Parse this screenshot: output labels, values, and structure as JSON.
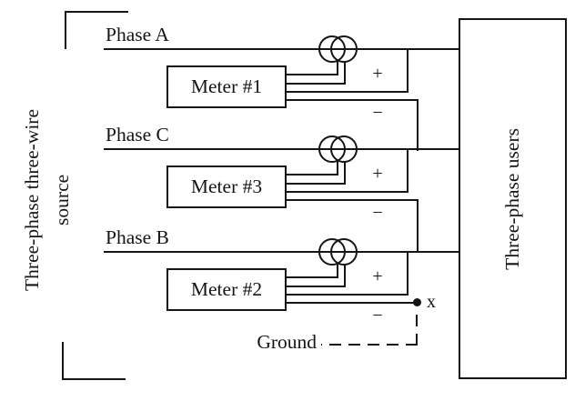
{
  "colors": {
    "ink": "#151515",
    "background": "#ffffff"
  },
  "source": {
    "label_line1": "Three-phase three-wire",
    "label_line2": "source"
  },
  "users": {
    "label": "Three-phase users"
  },
  "ground": {
    "label": "Ground",
    "point_label": "x"
  },
  "groups": [
    {
      "phase": "Phase A",
      "meter": "Meter #1",
      "plus": "+",
      "minus": "−"
    },
    {
      "phase": "Phase C",
      "meter": "Meter #3",
      "plus": "+",
      "minus": "−"
    },
    {
      "phase": "Phase B",
      "meter": "Meter #2",
      "plus": "+",
      "minus": "−"
    }
  ]
}
